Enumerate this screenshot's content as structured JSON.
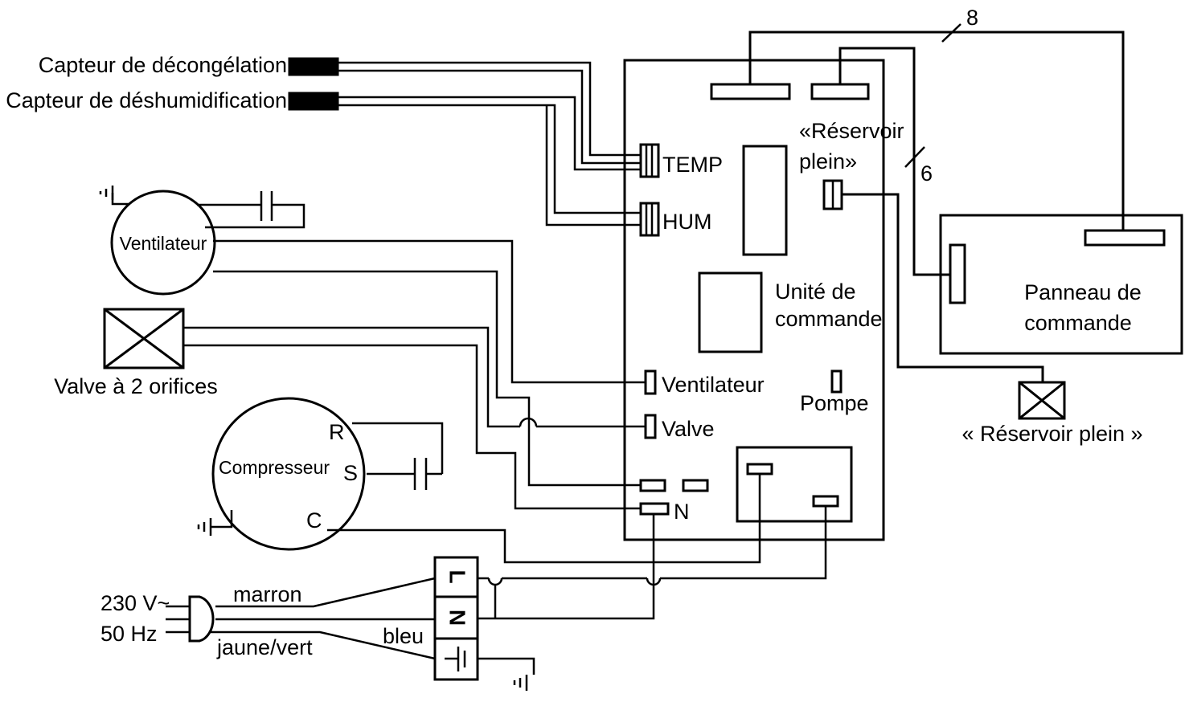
{
  "labels": {
    "defrost_sensor": "Capteur de décongélation",
    "dehum_sensor": "Capteur de déshumidification",
    "fan": "Ventilateur",
    "valve_2way": "Valve à 2 orifices",
    "compressor": "Compresseur",
    "comp_r": "R",
    "comp_s": "S",
    "comp_c": "C",
    "temp": "TEMP",
    "hum": "HUM",
    "tank_full_1": "«Réservoir",
    "tank_full_2": "plein»",
    "control_unit_1": "Unité de",
    "control_unit_2": "commande",
    "conn_fan": "Ventilateur",
    "conn_valve": "Valve",
    "pump": "Pompe",
    "neutral": "N",
    "panel_1": "Panneau de",
    "panel_2": "commande",
    "tank_full_switch": "« Réservoir plein »",
    "bus_8": "8",
    "bus_6": "6",
    "voltage": "230 V~",
    "frequency": "50 Hz",
    "brown": "marron",
    "blue": "bleu",
    "yellow_green": "jaune/vert",
    "term_l": "L",
    "term_n": "N"
  }
}
